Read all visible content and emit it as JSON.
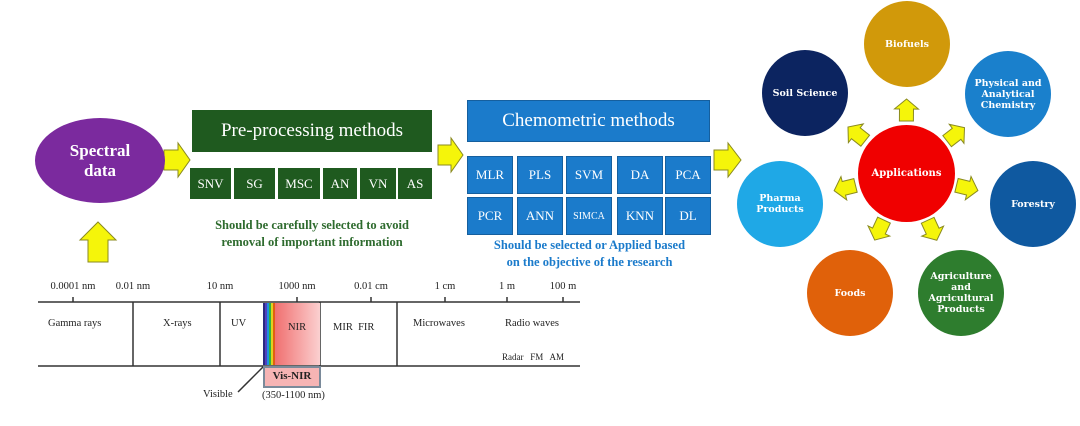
{
  "spectral_data": {
    "label": "Spectral data",
    "color": "#7b2a9e"
  },
  "preprocessing": {
    "title": "Pre-processing methods",
    "methods": [
      "SNV",
      "SG",
      "MSC",
      "AN",
      "VN",
      "AS"
    ],
    "note_line1": "Should be carefully selected to avoid",
    "note_line2": "removal of important information"
  },
  "chemometric": {
    "title": "Chemometric methods",
    "methods_row1": [
      "MLR",
      "PLS",
      "SVM",
      "DA",
      "PCA"
    ],
    "methods_row2": [
      "PCR",
      "ANN",
      "SIMCA",
      "KNN",
      "DL"
    ],
    "note_line1": "Should be selected or Applied based",
    "note_line2": "on the objective of the research"
  },
  "applications": {
    "center": {
      "label": "Applications",
      "color": "#f00000"
    },
    "items": [
      {
        "label": "Biofuels",
        "color": "#d1990a"
      },
      {
        "label": "Physical and Analytical Chemistry",
        "color": "#1a80cc"
      },
      {
        "label": "Forestry",
        "color": "#0f59a0"
      },
      {
        "label": "Agriculture and Agricultural Products",
        "color": "#2e7d2e"
      },
      {
        "label": "Foods",
        "color": "#e0610a"
      },
      {
        "label": "Pharma Products",
        "color": "#1fa8e6"
      },
      {
        "label": "Soil Science",
        "color": "#0c2460"
      }
    ]
  },
  "spectrum": {
    "ticks": [
      "0.0001 nm",
      "0.01 nm",
      "10 nm",
      "1000 nm",
      "0.01 cm",
      "1 cm",
      "1 m",
      "100 m"
    ],
    "bands": [
      "Gamma rays",
      "X-rays",
      "UV",
      "NIR",
      "MIR  FIR",
      "Microwaves",
      "Radio waves"
    ],
    "radio_sub": [
      "Radar",
      "FM",
      "AM"
    ],
    "visible_label": "Visible",
    "visnir_label": "Vis-NIR",
    "visnir_range": "(350-1100 nm)"
  },
  "arrow_color": "#f5f50a"
}
